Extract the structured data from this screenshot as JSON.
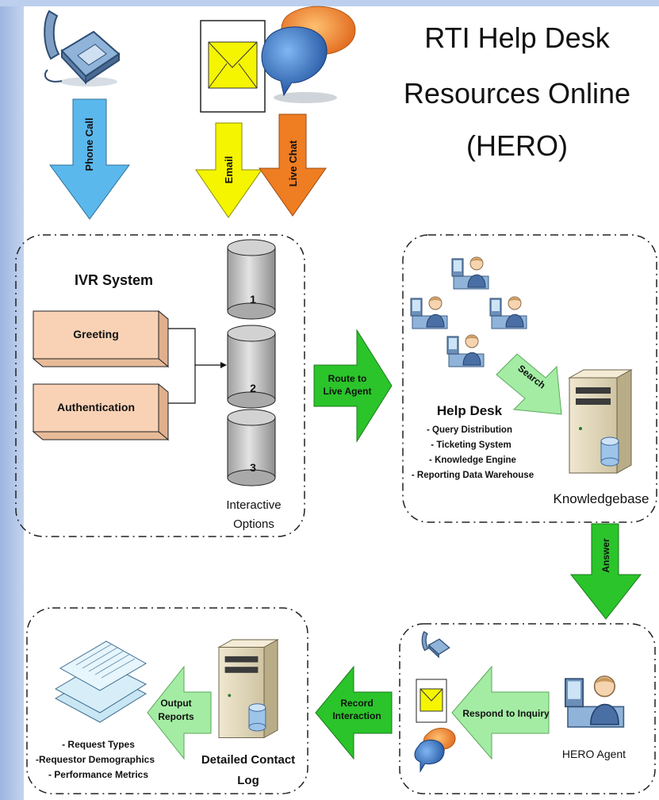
{
  "title": {
    "line1": "RTI Help Desk",
    "line2": "Resources Online",
    "line3": "(HERO)"
  },
  "channels": {
    "phone": "Phone Call",
    "email": "Email",
    "chat": "Live Chat"
  },
  "ivr": {
    "heading": "IVR System",
    "greeting": "Greeting",
    "authentication": "Authentication",
    "options": [
      "1",
      "2",
      "3"
    ],
    "options_label_1": "Interactive",
    "options_label_2": "Options"
  },
  "route_arrow": {
    "line1": "Route to",
    "line2": "Live Agent"
  },
  "helpdesk": {
    "heading": "Help Desk",
    "features": [
      "- Query Distribution",
      "- Ticketing System",
      "- Knowledge Engine",
      "- Reporting Data Warehouse"
    ],
    "search": "Search",
    "knowledgebase": "Knowledgebase"
  },
  "answer_arrow": "Answer",
  "agent": {
    "respond": "Respond to Inquiry",
    "label": "HERO Agent"
  },
  "record_arrow": {
    "line1": "Record",
    "line2": "Interaction"
  },
  "contact_log": {
    "line1": "Detailed Contact",
    "line2": "Log"
  },
  "output_arrow": {
    "line1": "Output",
    "line2": "Reports"
  },
  "reports": [
    "- Request Types",
    "-Requestor Demographics",
    "- Performance Metrics"
  ],
  "colors": {
    "sidebar": "#a9bfe4",
    "phone_arrow": "#5bb8ec",
    "email_arrow": "#f5f500",
    "chat_arrow": "#ef7d22",
    "green_dark": "#2bc42b",
    "green_light": "#a4eca4",
    "box_fill": "#f9d2b6",
    "db_fill": "#c8c8c8"
  }
}
